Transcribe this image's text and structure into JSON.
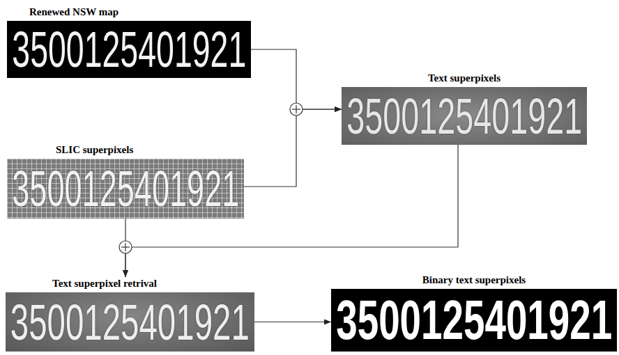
{
  "diagram": {
    "nodes": [
      {
        "text": [
          "Renewed NSW map",
          "3500125401921"
        ]
      },
      {
        "text": [
          "Text superpixels",
          "3500125401921"
        ]
      },
      {
        "text": [
          "SLIC superpixels",
          "3500125401921"
        ]
      },
      {
        "text": [
          "Text superpixel retrival",
          "3500125401921"
        ]
      },
      {
        "text": [
          "Binary text superpixels",
          "3500125401921"
        ]
      }
    ],
    "edges": [
      {
        "from": 0,
        "to": 1,
        "arrow": "to"
      },
      {
        "from": 2,
        "to": 1,
        "arrow": "to"
      },
      {
        "from": 2,
        "to": 3,
        "arrow": "to"
      },
      {
        "from": 1,
        "to": 3,
        "arrow": "to"
      },
      {
        "from": 3,
        "to": 4,
        "arrow": "to"
      }
    ]
  }
}
